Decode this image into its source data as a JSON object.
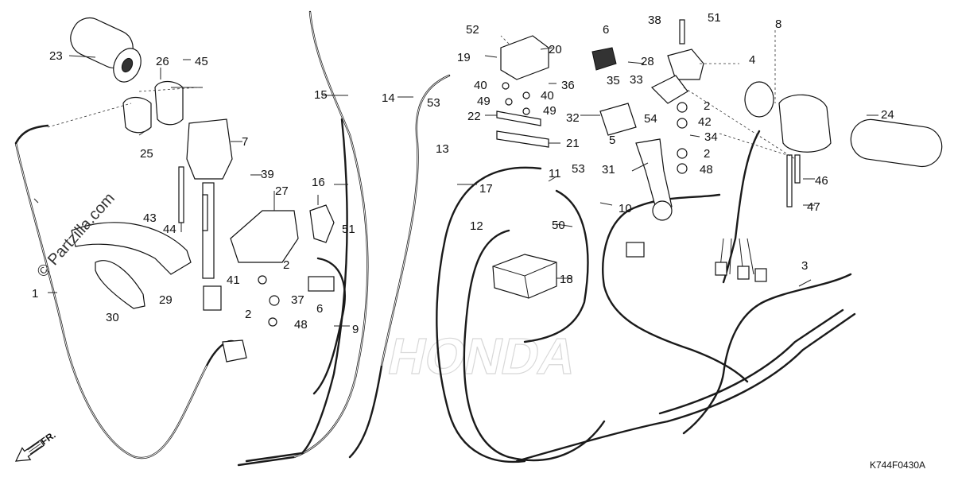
{
  "watermark": "© Partzilla.com",
  "front_label": "FR.",
  "diagram_ref": "K744F0430A",
  "background_brand": "HONDA",
  "callouts": [
    "23",
    "26",
    "45",
    "25",
    "7",
    "39",
    "43",
    "44",
    "27",
    "16",
    "51",
    "2",
    "41",
    "37",
    "2",
    "48",
    "6",
    "29",
    "30",
    "1",
    "15",
    "14",
    "53",
    "13",
    "52",
    "19",
    "20",
    "40",
    "36",
    "49",
    "40",
    "22",
    "49",
    "21",
    "17",
    "11",
    "53",
    "12",
    "50",
    "18",
    "10",
    "9",
    "6",
    "38",
    "51",
    "28",
    "35",
    "33",
    "2",
    "32",
    "42",
    "54",
    "5",
    "34",
    "2",
    "31",
    "48",
    "8",
    "4",
    "24",
    "46",
    "47",
    "3"
  ],
  "colors": {
    "line": "#111111",
    "paper": "#ffffff",
    "ghost": "#d8d8d8"
  }
}
